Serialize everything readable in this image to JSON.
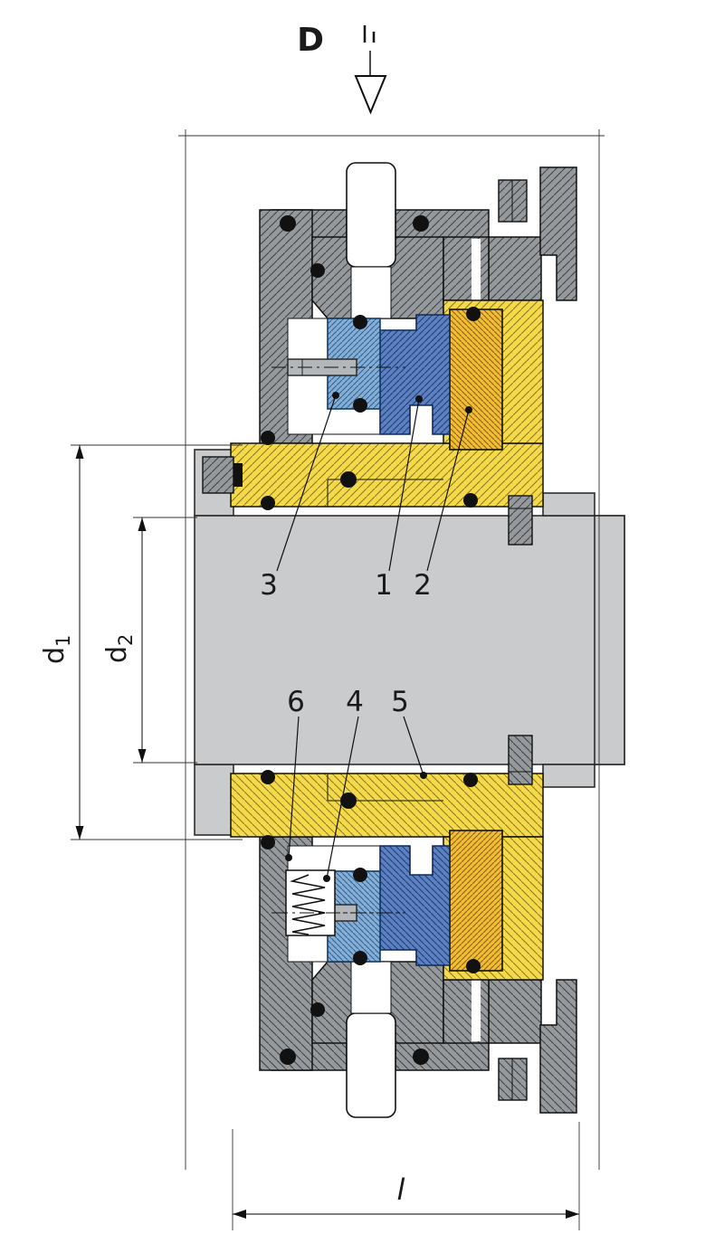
{
  "view": {
    "label": "D"
  },
  "dimensions": {
    "d1": {
      "base": "d",
      "sub": "1"
    },
    "d2": {
      "base": "d",
      "sub": "2"
    },
    "length": {
      "label": "l"
    }
  },
  "callouts": {
    "top": [
      "3",
      "1",
      "2"
    ],
    "bottom": [
      "6",
      "4",
      "5"
    ]
  },
  "colors": {
    "background": "#ffffff",
    "line": "#1a1a1a",
    "housing": "#95999c",
    "shaft": "#c9cbcd",
    "sleeve": "#f4d94b",
    "seat": "#f3bd32",
    "seal": "#5d80c0",
    "ring": "#85aed6",
    "oring": "#111111"
  }
}
